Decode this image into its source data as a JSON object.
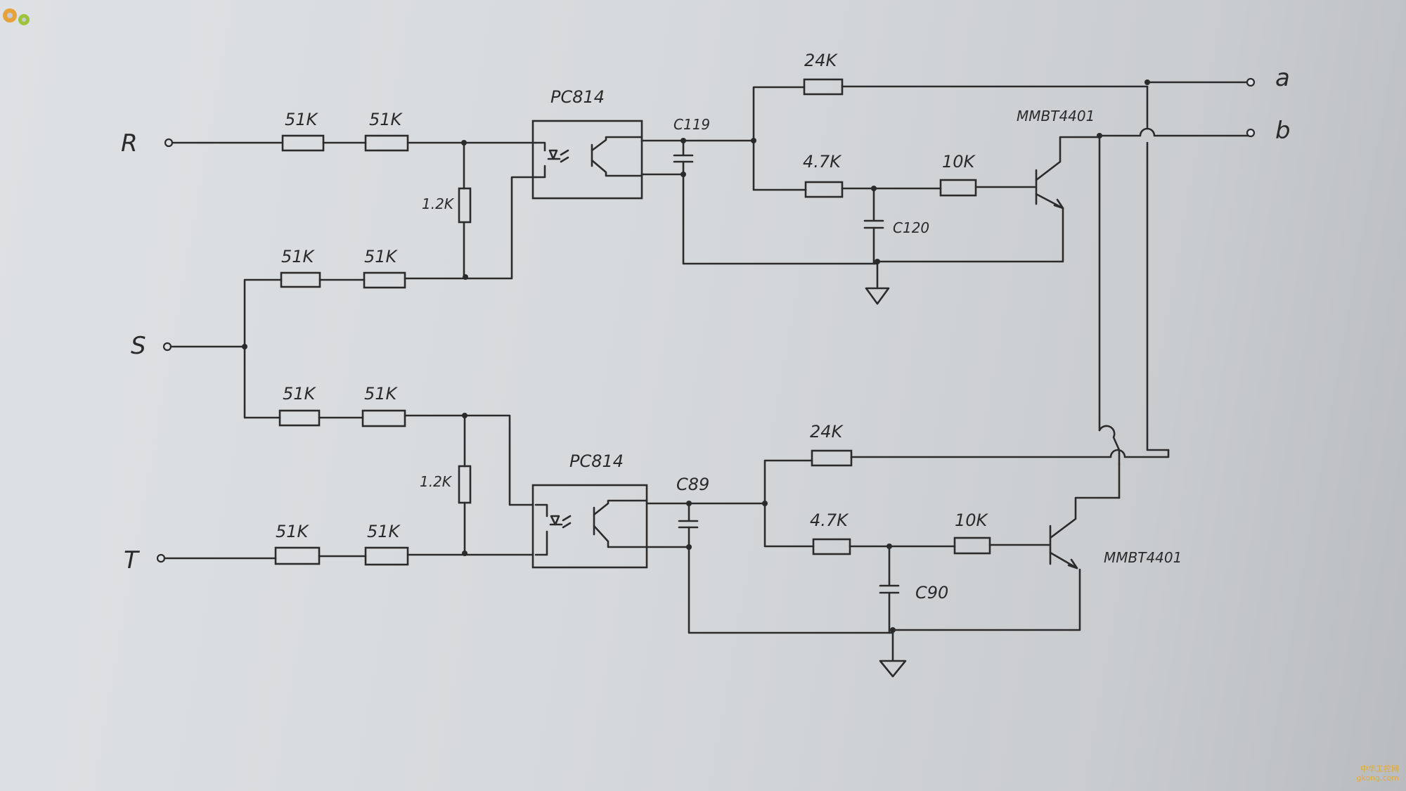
{
  "terminals": {
    "r": "R",
    "s": "S",
    "t": "T",
    "a": "a",
    "b": "b"
  },
  "ic_top": "PC814",
  "ic_bottom": "PC814",
  "labels": {
    "r_res1": "51K",
    "r_res2": "51K",
    "s_top_res1": "51K",
    "s_top_res2": "51K",
    "s_bot_res1": "51K",
    "s_bot_res2": "51K",
    "t_res1": "51K",
    "t_res2": "51K",
    "shunt_top": "1.2K",
    "shunt_bot": "1.2K",
    "cap_top_in": "C119",
    "cap_bot_in": "C89",
    "res_top_24k": "24K",
    "res_top_47k": "4.7K",
    "res_top_10k": "10K",
    "cap_top_c120": "C120",
    "res_bot_24k": "24K",
    "res_bot_47k": "4.7K",
    "res_bot_10k": "10K",
    "cap_bot_c90": "C90",
    "transistor_top": "MMBT4401",
    "transistor_bot": "MMBT4401"
  },
  "watermark": {
    "line1": "中华工控网",
    "line2": "gkong.com"
  }
}
